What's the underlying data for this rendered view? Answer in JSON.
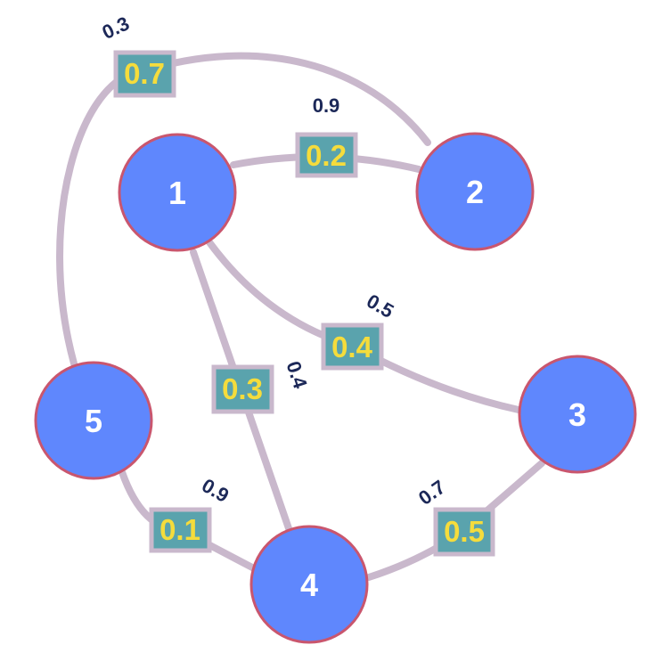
{
  "graph": {
    "nodes": [
      {
        "id": "1",
        "label": "1"
      },
      {
        "id": "2",
        "label": "2"
      },
      {
        "id": "3",
        "label": "3"
      },
      {
        "id": "4",
        "label": "4"
      },
      {
        "id": "5",
        "label": "5"
      }
    ],
    "edges": [
      {
        "from": "1",
        "to": "2",
        "weight": "0.2",
        "label": "0.9"
      },
      {
        "from": "5",
        "to": "2",
        "weight": "0.7",
        "label": "0.3"
      },
      {
        "from": "1",
        "to": "3",
        "weight": "0.4",
        "label": "0.5"
      },
      {
        "from": "1",
        "to": "4",
        "weight": "0.3",
        "label": "0.4"
      },
      {
        "from": "5",
        "to": "4",
        "weight": "0.1",
        "label": "0.9"
      },
      {
        "from": "4",
        "to": "3",
        "weight": "0.5",
        "label": "0.7"
      }
    ]
  },
  "colors": {
    "node_fill": "#5f87fd",
    "node_stroke": "#c9566e",
    "edge": "#c9b8cc",
    "weight_box": "#5aa3ad",
    "weight_text": "#f5dc3c",
    "side_label": "#1c2858"
  }
}
